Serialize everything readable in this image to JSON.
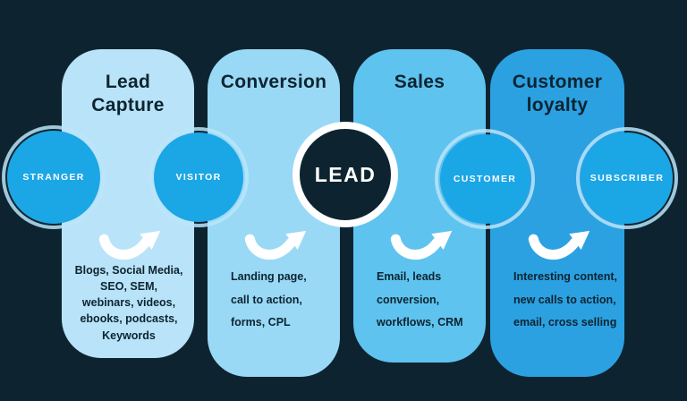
{
  "background": "#0d2430",
  "stages": [
    {
      "title": "Lead\nCapture",
      "color": "#b9e3f8",
      "description": "Blogs, Social Media,\nSEO, SEM,\nwebinars, videos,\nebooks, podcasts,\nKeywords"
    },
    {
      "title": "Conversion",
      "color": "#99d9f6",
      "description": "Landing page,\ncall to action,\nforms, CPL"
    },
    {
      "title": "Sales",
      "color": "#5fc3ef",
      "description": "Email, leads\nconversion,\nworkflows, CRM"
    },
    {
      "title": "Customer\nloyalty",
      "color": "#2ba1e2",
      "description": "Interesting content,\nnew calls to action,\nemail, cross selling"
    }
  ],
  "milestones": [
    {
      "label": "STRANGER"
    },
    {
      "label": "VISITOR"
    },
    {
      "label": "LEAD"
    },
    {
      "label": "CUSTOMER"
    },
    {
      "label": "SUBSCRIBER"
    }
  ],
  "colors": {
    "milestone_fill": "#1ba6e6",
    "milestone_ring": "#8fd6f6",
    "lead_fill": "#0d2430",
    "lead_ring": "#ffffff",
    "arrow": "#ffffff",
    "text": "#0d2430"
  }
}
